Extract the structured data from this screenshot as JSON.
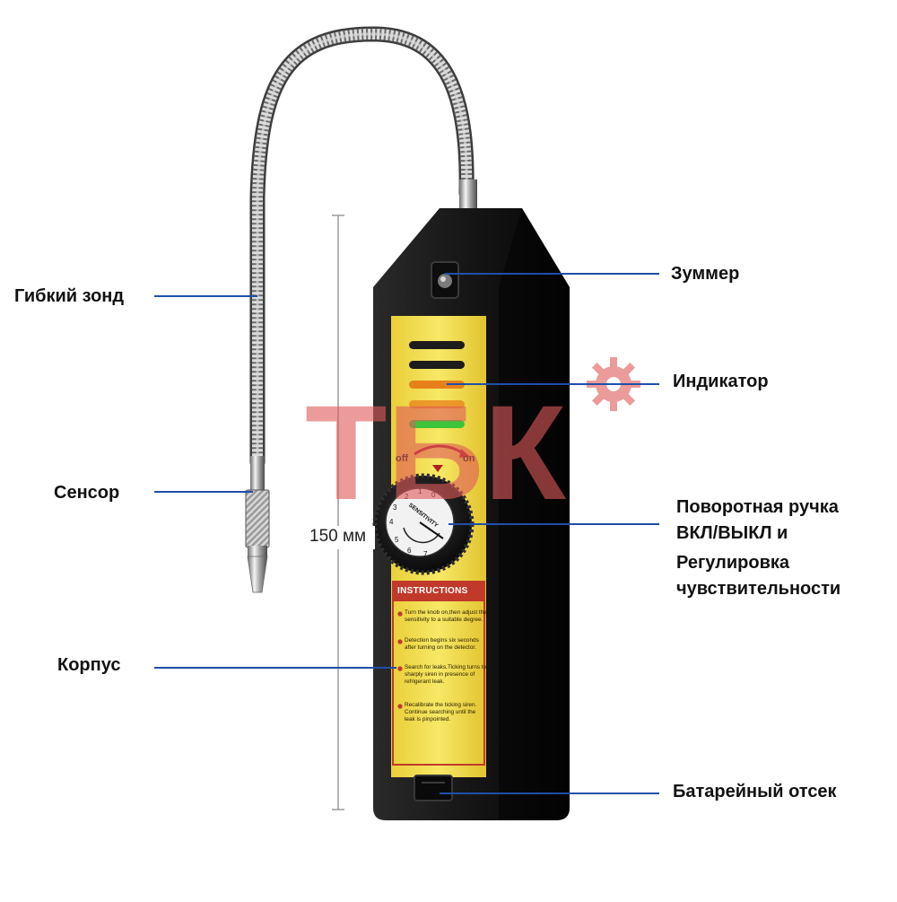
{
  "watermark": "ТБК",
  "dimension": {
    "label": "150 мм"
  },
  "device": {
    "switch_off": "off",
    "switch_on": "on",
    "dial_label": "SENSITIVITY",
    "dial_numbers": [
      "0",
      "1",
      "2",
      "3",
      "4",
      "5",
      "6",
      "7"
    ],
    "instructions_title": "INSTRUCTIONS",
    "instructions": [
      "Turn the knob on,then adjust the sensitivity to a suitable degree.",
      "Detection begins six seconds after turning on the detector.",
      "Search for leaks.Ticking turns to sharply siren in presence of refrigerant leak.",
      "Recalibrate the ticking siren. Continue searching until the leak is pinpointed."
    ]
  },
  "callouts": {
    "probe": "Гибкий зонд",
    "sensor": "Сенсор",
    "body": "Корпус",
    "buzzer": "Зуммер",
    "indicator": "Индикатор",
    "knob_line1": "Поворотная ручка",
    "knob_line2": "ВКЛ/ВЫКЛ  и",
    "knob_line3": "Регулировка",
    "knob_line4": "чувствительности",
    "battery": "Батарейный отсек"
  },
  "colors": {
    "leader_line": "#1f4fa8",
    "device_body": "#141414",
    "panel_yellow": "#f4e04d",
    "led_orange": "#e8801a",
    "led_green": "#3cc43a",
    "instructions_red": "#c0392b",
    "watermark_red": "#e05a5a"
  }
}
